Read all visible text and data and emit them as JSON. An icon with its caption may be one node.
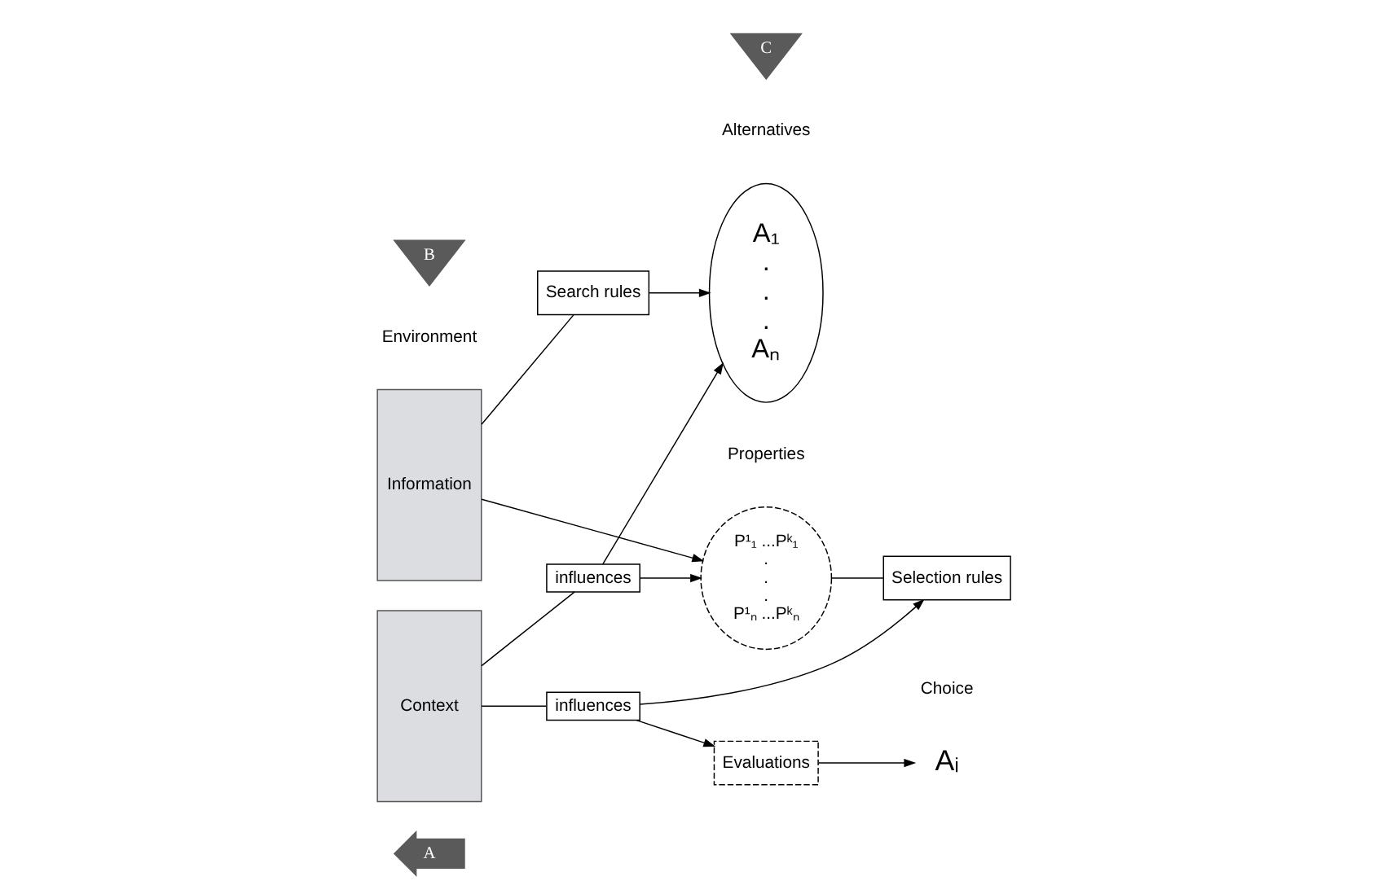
{
  "diagram": {
    "nodes": [
      {
        "text": [
          "Information"
        ]
      },
      {
        "text": [
          "Context"
        ]
      },
      {
        "text": [
          "B"
        ]
      },
      {
        "text": [
          "Search rules"
        ]
      },
      {
        "text": [
          "A₁",
          ".",
          ".",
          ".",
          "Aₙ"
        ]
      },
      {
        "text": [
          "P¹₁ ...Pᵏ₁",
          ".",
          ".",
          ".",
          "P¹ₙ ...Pᵏₙ"
        ]
      },
      {
        "text": [
          "C"
        ]
      },
      {
        "text": [
          "Selection rules"
        ]
      },
      {
        "text": [
          "Evaluations"
        ]
      },
      {
        "text": [
          "Aᵢ"
        ]
      },
      {
        "text": [
          "influences"
        ]
      },
      {
        "text": [
          "influences"
        ]
      },
      {
        "text": [
          "A"
        ]
      }
    ],
    "edges": [
      {
        "from": 0,
        "to": 3,
        "arrow": "none"
      },
      {
        "from": 3,
        "to": 4,
        "arrow": "to"
      },
      {
        "from": 0,
        "to": 5,
        "arrow": "to"
      },
      {
        "from": 5,
        "to": 7,
        "arrow": "none"
      },
      {
        "from": 8,
        "to": 9,
        "arrow": "to"
      },
      {
        "from": 1,
        "to": 10,
        "arrow": "none"
      },
      {
        "from": 10,
        "to": 4,
        "arrow": "to"
      },
      {
        "from": 10,
        "to": 5,
        "arrow": "to"
      },
      {
        "from": 1,
        "to": 11,
        "arrow": "none"
      },
      {
        "from": 11,
        "to": 7,
        "arrow": "to"
      },
      {
        "from": 11,
        "to": 8,
        "arrow": "to"
      }
    ],
    "labels": [
      "Environment",
      "Alternatives",
      "Properties",
      "Choice"
    ]
  }
}
